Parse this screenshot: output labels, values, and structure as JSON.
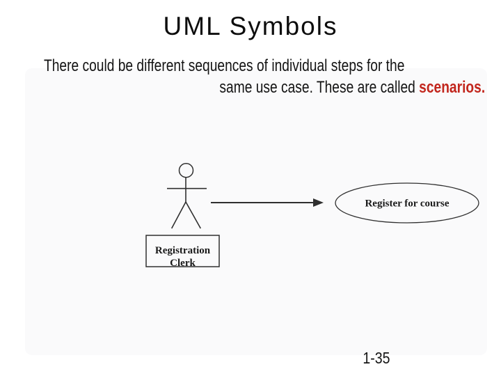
{
  "slide": {
    "title": "UML Symbols",
    "body": {
      "line1": "There could be different sequences of individual steps for the",
      "line2_prefix": "same use case. These are called ",
      "line2_highlight": "scenarios.",
      "highlight_color": "#c2261d",
      "text_color": "#141414"
    },
    "diagram": {
      "type": "uml-use-case",
      "actor": {
        "label_line1": "Registration",
        "label_line2": "Clerk"
      },
      "connector": "association-arrow",
      "use_case": {
        "label": "Register for course"
      },
      "stroke_color": "#2f2f2f"
    },
    "page_number": "1-35"
  }
}
